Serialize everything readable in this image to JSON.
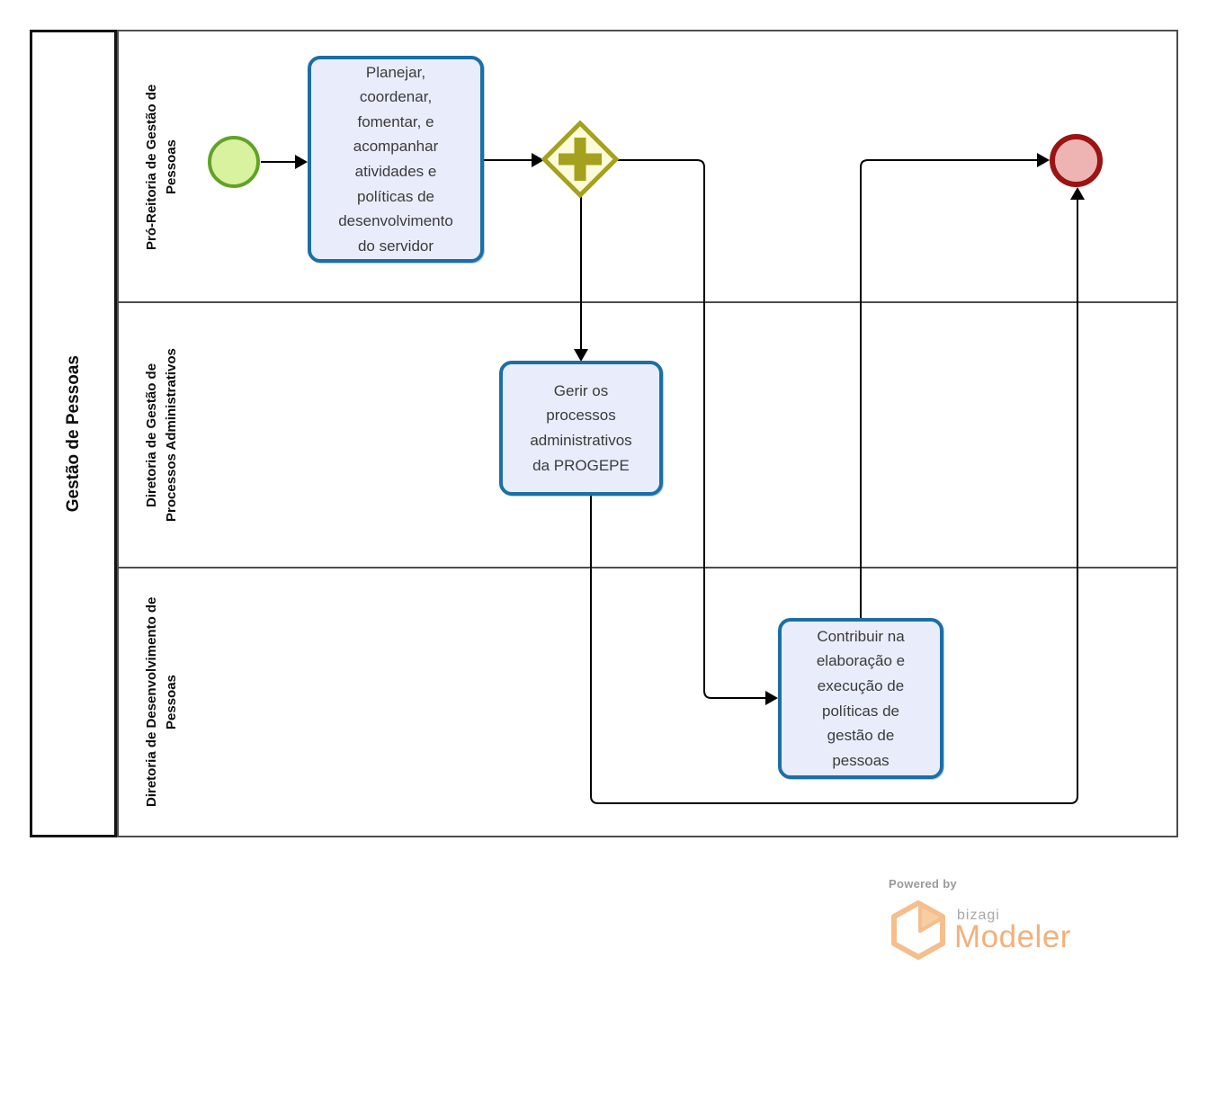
{
  "diagram": {
    "type": "bpmn-process",
    "pool": {
      "title": "Gestão de Pessoas",
      "lanes": [
        {
          "label": "Pró-Reitoria de Gestão de Pessoas"
        },
        {
          "label": "Diretoria de Gestão de Processos Administrativos"
        },
        {
          "label": "Diretoria de Desenvolvimento de Pessoas"
        }
      ]
    },
    "tasks": [
      {
        "label": "Planejar, coordenar, fomentar, e acompanhar atividades e políticas de desenvolvimento do servidor",
        "lane": 0
      },
      {
        "label": "Gerir os processos administrativos da PROGEPE",
        "lane": 1
      },
      {
        "label": "Contribuir na elaboração e execução de políticas de gestão de pessoas",
        "lane": 2
      }
    ],
    "events": {
      "start": {
        "kind": "start-event",
        "lane": 0
      },
      "end": {
        "kind": "end-event",
        "lane": 0
      }
    },
    "gateway": {
      "kind": "parallel-gateway",
      "icon": "plus-icon",
      "lane": 0
    },
    "flows": [
      "start → Planejar/coordenar task",
      "Planejar/coordenar task → parallel gateway",
      "parallel gateway → Gerir os processos task",
      "parallel gateway → Contribuir na elaboração task",
      "Gerir os processos task → end",
      "Contribuir na elaboração task → end"
    ]
  },
  "colors": {
    "task_border": "#1b6fa5",
    "task_fill": "#e9edfb",
    "gateway_border": "#a5a11e",
    "gateway_fill": "#fbfad9",
    "start_border": "#61a325",
    "start_fill": "#d8f2a0",
    "end_border": "#9b1313",
    "end_fill": "#eeb4b4",
    "pool_border": "#141414",
    "lane_border": "#4d4d4d",
    "connector": "#000000",
    "brand_orange": "#f3b07b",
    "brand_gray": "#9a9a9a"
  },
  "footer": {
    "powered_by": "Powered by",
    "brand": "bizagi",
    "product": "Modeler"
  }
}
